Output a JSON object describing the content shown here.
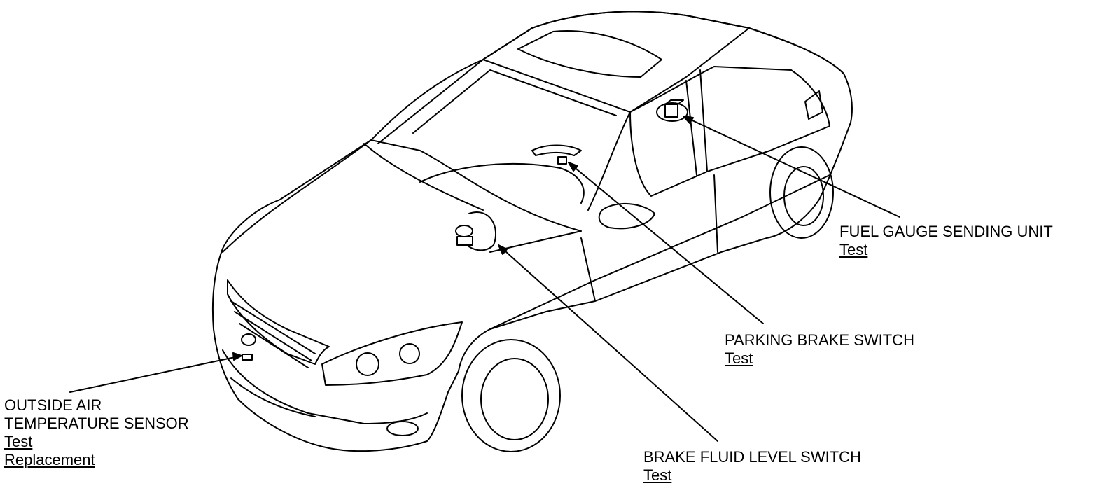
{
  "components": {
    "fuel_gauge": {
      "title": "FUEL GAUGE SENDING UNIT",
      "links": [
        "Test"
      ]
    },
    "parking_brake": {
      "title": "PARKING BRAKE SWITCH",
      "links": [
        "Test"
      ]
    },
    "outside_air": {
      "title_line1": "OUTSIDE AIR",
      "title_line2": "TEMPERATURE SENSOR",
      "links": [
        "Test",
        "Replacement"
      ]
    },
    "brake_fluid": {
      "title": "BRAKE FLUID LEVEL SWITCH",
      "links": [
        "Test"
      ]
    }
  }
}
